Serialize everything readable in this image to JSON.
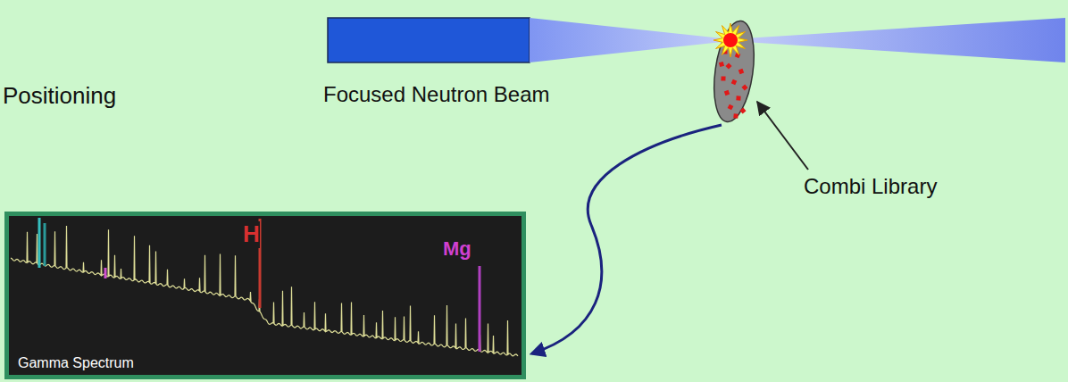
{
  "diagram": {
    "nodes": [
      {
        "text": [
          "H",
          "Mg",
          "Gamma Spectrum"
        ]
      }
    ],
    "labels": [
      "Positioning",
      "Focused Neutron Beam",
      "Combi Library"
    ]
  }
}
